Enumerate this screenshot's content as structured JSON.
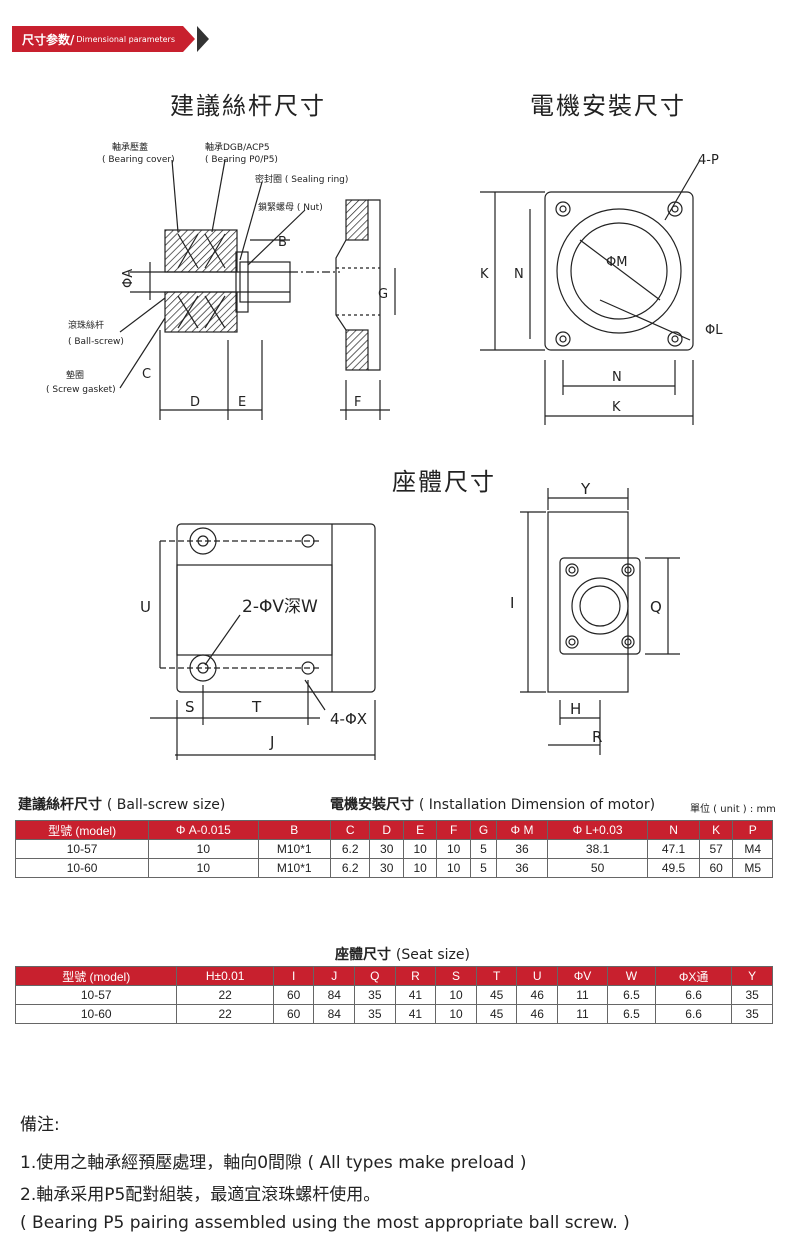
{
  "banner": {
    "title_cn": "尺寸参数/",
    "title_en": "Dimensional parameters"
  },
  "headings": {
    "ballscrew": "建議絲杆尺寸",
    "motor": "電機安裝尺寸",
    "seat": "座體尺寸"
  },
  "drawing_labels": {
    "bearing_cover_cn": "軸承壓蓋",
    "bearing_cover_en": "( Bearing cover)",
    "bearing_cn": "軸承DGB/ACP5",
    "bearing_en": "( Bearing P0/P5)",
    "sealing_ring": "密封圈 ( Sealing ring)",
    "nut": "鎖緊螺母 ( Nut)",
    "ballscrew_cn": "滾珠絲杆",
    "ballscrew_en": "( Ball-screw)",
    "gasket_cn": "墊圈",
    "gasket_en": "( Screw gasket)",
    "phiA": "ΦA",
    "B": "B",
    "C": "C",
    "D": "D",
    "E": "E",
    "F": "F",
    "G": "G",
    "fourP": "4-P",
    "phiM": "ΦM",
    "phiL": "ΦL",
    "K": "K",
    "N": "N",
    "U": "U",
    "S": "S",
    "T": "T",
    "J": "J",
    "twoV": "2-ΦV深W",
    "fourX": "4-ΦX",
    "Y": "Y",
    "I": "I",
    "Q": "Q",
    "H": "H",
    "R": "R"
  },
  "table1": {
    "caption": "建議絲杆尺寸",
    "caption_en": "( Ball-screw size)",
    "caption2": "電機安裝尺寸",
    "caption2_en": "( Installation Dimension of motor)",
    "unit": "單位 ( unit ) : mm",
    "headers": [
      "型號 (model)",
      "Φ A-0.015",
      "B",
      "C",
      "D",
      "E",
      "F",
      "G",
      "Φ M",
      "Φ L+0.03",
      "N",
      "K",
      "P"
    ],
    "rows": [
      [
        "10-57",
        "10",
        "M10*1",
        "6.2",
        "30",
        "10",
        "10",
        "5",
        "36",
        "38.1",
        "47.1",
        "57",
        "M4"
      ],
      [
        "10-60",
        "10",
        "M10*1",
        "6.2",
        "30",
        "10",
        "10",
        "5",
        "36",
        "50",
        "49.5",
        "60",
        "M5"
      ]
    ]
  },
  "table2": {
    "caption": "座體尺寸",
    "caption_en": "(Seat size)",
    "headers": [
      "型號 (model)",
      "H±0.01",
      "I",
      "J",
      "Q",
      "R",
      "S",
      "T",
      "U",
      "ΦV",
      "W",
      "ΦX通",
      "Y"
    ],
    "rows": [
      [
        "10-57",
        "22",
        "60",
        "84",
        "35",
        "41",
        "10",
        "45",
        "46",
        "11",
        "6.5",
        "6.6",
        "35"
      ],
      [
        "10-60",
        "22",
        "60",
        "84",
        "35",
        "41",
        "10",
        "45",
        "46",
        "11",
        "6.5",
        "6.6",
        "35"
      ]
    ]
  },
  "notes": {
    "heading": "備注:",
    "line1": "1.使用之軸承經預壓處理，軸向0間隙 ( All types make preload )",
    "line2": "2.軸承采用P5配對組裝，最適宜滾珠螺杆使用。",
    "line3": "( Bearing P5 pairing assembled using the most appropriate ball screw. )"
  },
  "colors": {
    "accent": "#c8202e"
  }
}
